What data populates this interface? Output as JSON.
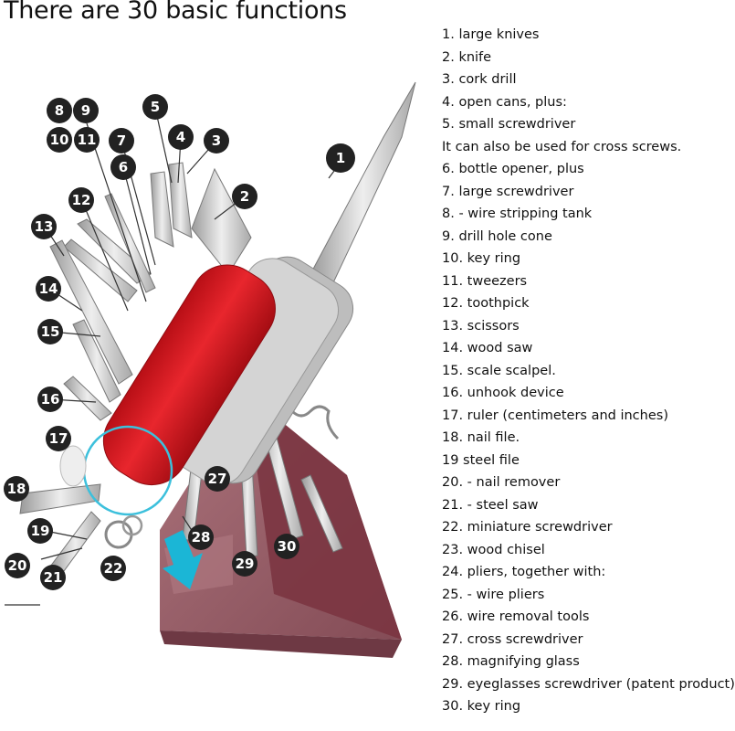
{
  "title": "There are 30 basic functions",
  "functions": [
    "1. large knives",
    "2. knife",
    "3. cork drill",
    "4. open cans, plus:",
    "5.  small screwdriver",
    "It can also be used for cross screws.",
    "6. bottle opener, plus",
    "7. large screwdriver",
    "8. - wire stripping tank",
    "9. drill hole cone",
    "10. key ring",
    "11. tweezers",
    "12. toothpick",
    "13. scissors",
    "14. wood saw",
    "15. scale scalpel.",
    "16. unhook device",
    "17. ruler (centimeters and inches)",
    "18. nail file.",
    "19  steel file",
    "20. - nail remover",
    "21. - steel saw",
    "22. miniature screwdriver",
    "23. wood chisel",
    "24. pliers, together with:",
    "25. - wire pliers",
    "26. wire removal tools",
    "27. cross screwdriver",
    "28. magnifying glass",
    "29. eyeglasses screwdriver (patent product)",
    "30. key ring"
  ],
  "callouts": [
    "1",
    "2",
    "3",
    "4",
    "5",
    "6",
    "7",
    "8",
    "9",
    "10",
    "11",
    "12",
    "13",
    "14",
    "15",
    "16",
    "17",
    "18",
    "19",
    "20",
    "21",
    "22",
    "27",
    "28",
    "29",
    "30"
  ],
  "colors": {
    "handle_red": "#d8171f",
    "stand": "#8a4450",
    "blade": "#c9c9c9",
    "badge": "#222222",
    "arrow": "#1bb6d6"
  },
  "illustration": "swiss-army-knife-on-stand"
}
